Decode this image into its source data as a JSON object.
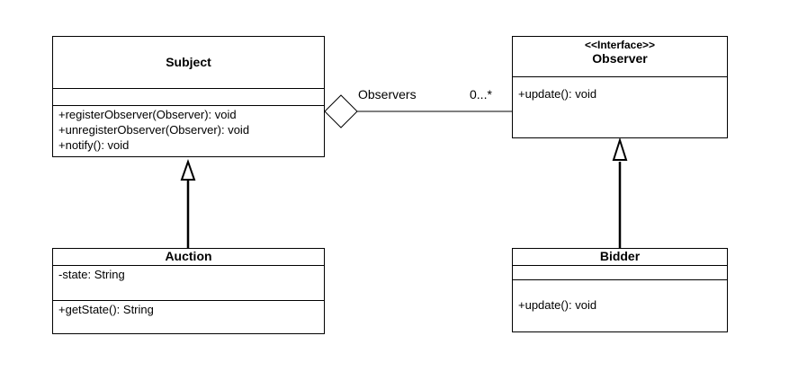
{
  "diagram": {
    "type": "uml-class-diagram",
    "classes": {
      "subject": {
        "name": "Subject",
        "attributes": [],
        "operations": [
          "+registerObserver(Observer): void",
          "+unregisterObserver(Observer): void",
          "+notify(): void"
        ]
      },
      "observer": {
        "stereotype": "<<Interface>>",
        "name": "Observer",
        "operations": [
          "+update(): void"
        ]
      },
      "auction": {
        "name": "Auction",
        "attributes": [
          "-state: String"
        ],
        "operations": [
          "+getState(): String"
        ]
      },
      "bidder": {
        "name": "Bidder",
        "attributes": [],
        "operations": [
          "+update(): void"
        ]
      }
    },
    "relations": {
      "observers": {
        "label": "Observers",
        "multiplicity": "0...*",
        "kind": "aggregation"
      },
      "auction_to_subject": {
        "kind": "generalization"
      },
      "bidder_to_observer": {
        "kind": "realization"
      }
    },
    "colors": {
      "line": "#000000",
      "fill": "#ffffff"
    }
  }
}
